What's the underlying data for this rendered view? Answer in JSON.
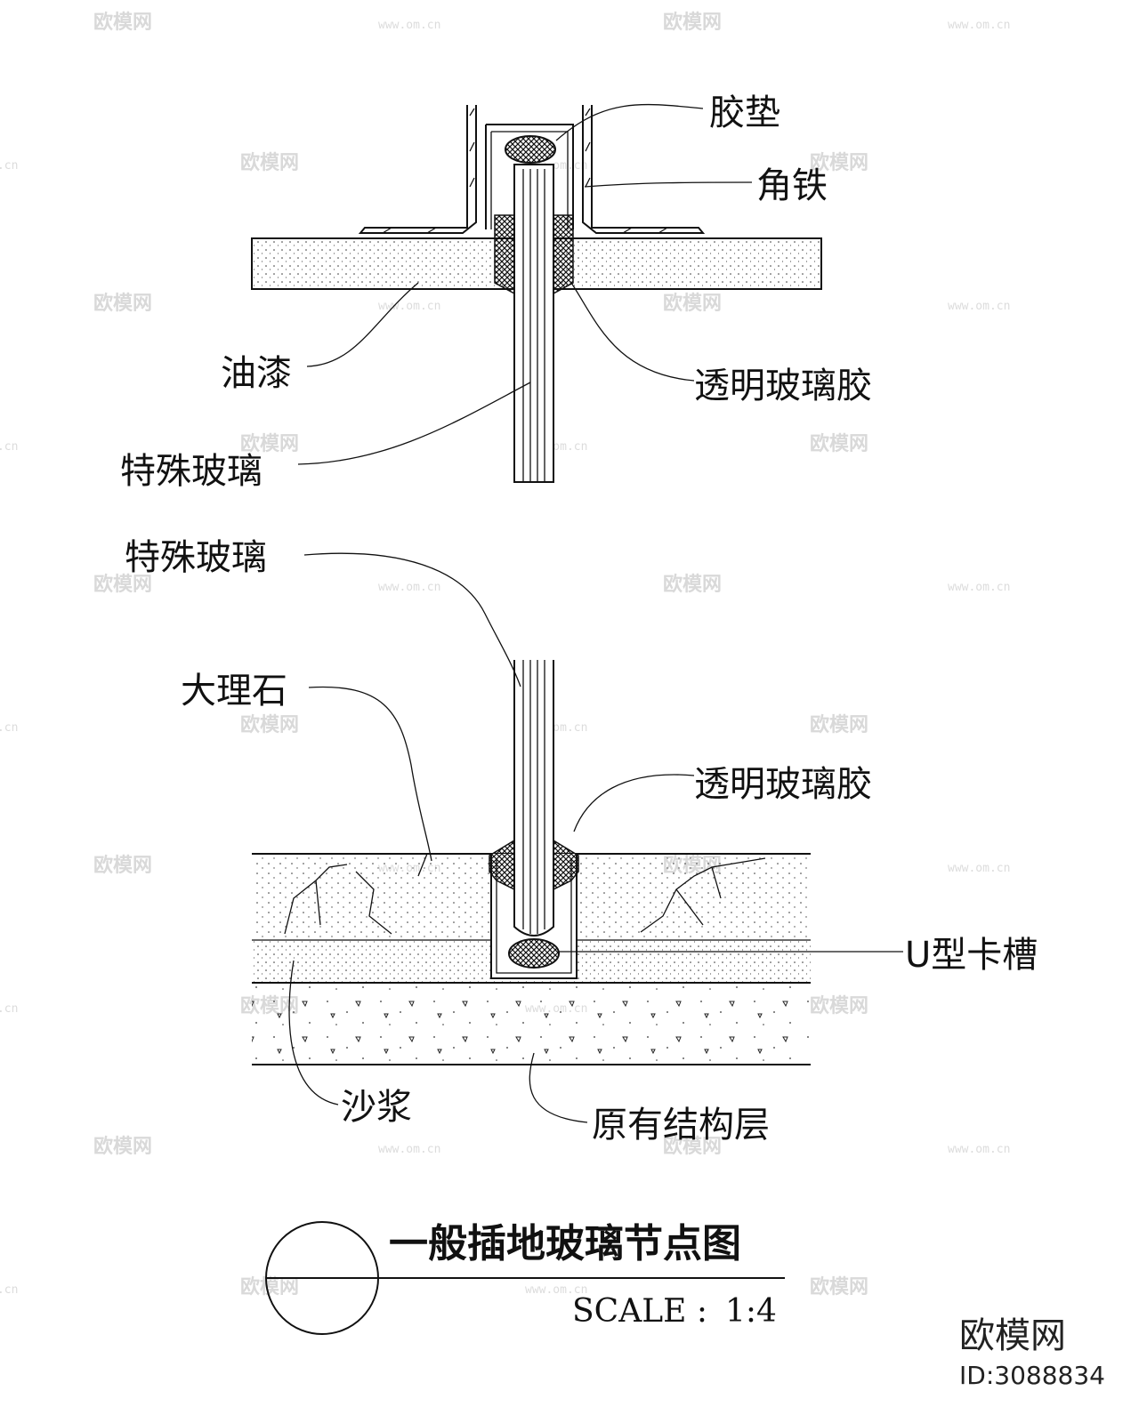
{
  "title": "一般插地玻璃节点图",
  "scale_label": "SCALE :",
  "scale_value": "1:4",
  "watermark": {
    "logo_text": "欧模网",
    "id_text": "ID:3088834",
    "url_text": "www.om.cn"
  },
  "top_detail": {
    "labels": {
      "gasket": "胶垫",
      "angle_iron": "角铁",
      "paint": "油漆",
      "clear_sealant": "透明玻璃胶",
      "special_glass": "特殊玻璃"
    }
  },
  "bottom_detail": {
    "labels": {
      "special_glass": "特殊玻璃",
      "marble": "大理石",
      "clear_sealant": "透明玻璃胶",
      "u_channel": "U型卡槽",
      "mortar": "沙浆",
      "structure": "原有结构层"
    }
  },
  "colors": {
    "line": "#111111",
    "watermark": "#d9d9d9"
  }
}
